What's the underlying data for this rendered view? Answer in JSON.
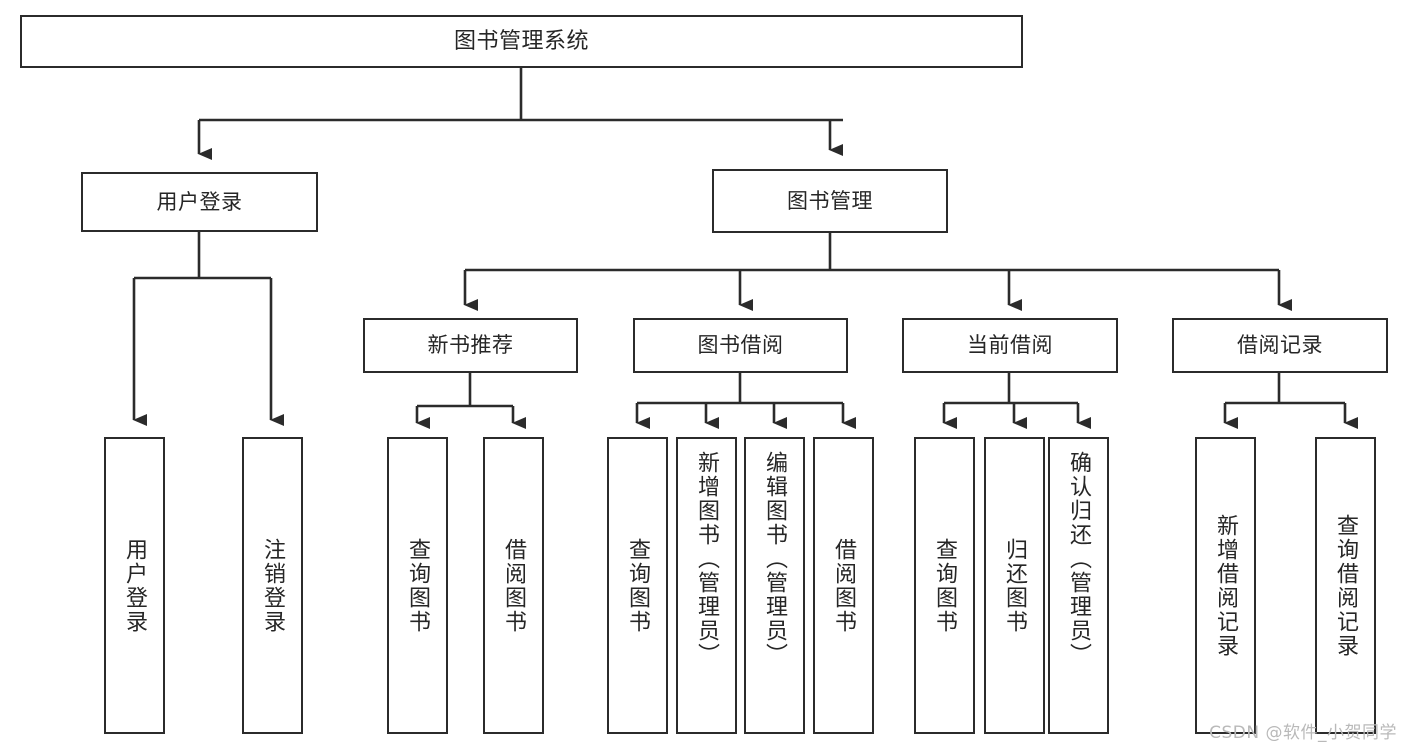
{
  "diagram": {
    "title": "图书管理系统",
    "type": "hierarchy-tree",
    "background_color": "#ffffff",
    "line_color": "#2b2b2b",
    "text_color": "#262626",
    "watermark": "CSDN @软件_小贺同学"
  },
  "nodes": {
    "root": {
      "label": "图书管理系统",
      "orientation": "horizontal",
      "level": 1
    },
    "level2": [
      {
        "id": "user-login",
        "label": "用户登录",
        "orientation": "horizontal",
        "level": 2
      },
      {
        "id": "book-management",
        "label": "图书管理",
        "orientation": "horizontal",
        "level": 2
      }
    ],
    "level3": [
      {
        "id": "new-book-recommend",
        "label": "新书推荐",
        "orientation": "horizontal",
        "level": 3
      },
      {
        "id": "book-borrow",
        "label": "图书借阅",
        "orientation": "horizontal",
        "level": 3
      },
      {
        "id": "current-borrow",
        "label": "当前借阅",
        "orientation": "horizontal",
        "level": 3
      },
      {
        "id": "borrow-record",
        "label": "借阅记录",
        "orientation": "horizontal",
        "level": 3
      }
    ],
    "leaves": {
      "user_login": [
        {
          "id": "leaf-user-login",
          "label": "用户登录",
          "orientation": "vertical"
        },
        {
          "id": "leaf-user-logout",
          "label": "注销登录",
          "orientation": "vertical"
        }
      ],
      "new_book_recommend": [
        {
          "id": "leaf-query-book-1",
          "label": "查询图书",
          "orientation": "vertical"
        },
        {
          "id": "leaf-borrow-book-1",
          "label": "借阅图书",
          "orientation": "vertical"
        }
      ],
      "book_borrow": [
        {
          "id": "leaf-query-book-2",
          "label": "查询图书",
          "orientation": "vertical"
        },
        {
          "id": "leaf-add-book",
          "label": "新增图书（管理员）",
          "orientation": "vertical"
        },
        {
          "id": "leaf-edit-book",
          "label": "编辑图书（管理员）",
          "orientation": "vertical"
        },
        {
          "id": "leaf-borrow-book-2",
          "label": "借阅图书",
          "orientation": "vertical"
        }
      ],
      "current_borrow": [
        {
          "id": "leaf-query-book-3",
          "label": "查询图书",
          "orientation": "vertical"
        },
        {
          "id": "leaf-return-book",
          "label": "归还图书",
          "orientation": "vertical"
        },
        {
          "id": "leaf-confirm-return",
          "label": "确认归还（管理员）",
          "orientation": "vertical"
        }
      ],
      "borrow_record": [
        {
          "id": "leaf-add-record",
          "label": "新增借阅记录",
          "orientation": "vertical"
        },
        {
          "id": "leaf-query-record",
          "label": "查询借阅记录",
          "orientation": "vertical"
        }
      ]
    }
  },
  "edges": [
    {
      "from": "图书管理系统",
      "to": "用户登录"
    },
    {
      "from": "图书管理系统",
      "to": "图书管理"
    },
    {
      "from": "用户登录",
      "to": "用户登录"
    },
    {
      "from": "用户登录",
      "to": "注销登录"
    },
    {
      "from": "图书管理",
      "to": "新书推荐"
    },
    {
      "from": "图书管理",
      "to": "图书借阅"
    },
    {
      "from": "图书管理",
      "to": "当前借阅"
    },
    {
      "from": "图书管理",
      "to": "借阅记录"
    },
    {
      "from": "新书推荐",
      "to": "查询图书"
    },
    {
      "from": "新书推荐",
      "to": "借阅图书"
    },
    {
      "from": "图书借阅",
      "to": "查询图书"
    },
    {
      "from": "图书借阅",
      "to": "新增图书（管理员）"
    },
    {
      "from": "图书借阅",
      "to": "编辑图书（管理员）"
    },
    {
      "from": "图书借阅",
      "to": "借阅图书"
    },
    {
      "from": "当前借阅",
      "to": "查询图书"
    },
    {
      "from": "当前借阅",
      "to": "归还图书"
    },
    {
      "from": "当前借阅",
      "to": "确认归还（管理员）"
    },
    {
      "from": "借阅记录",
      "to": "新增借阅记录"
    },
    {
      "from": "借阅记录",
      "to": "查询借阅记录"
    }
  ]
}
